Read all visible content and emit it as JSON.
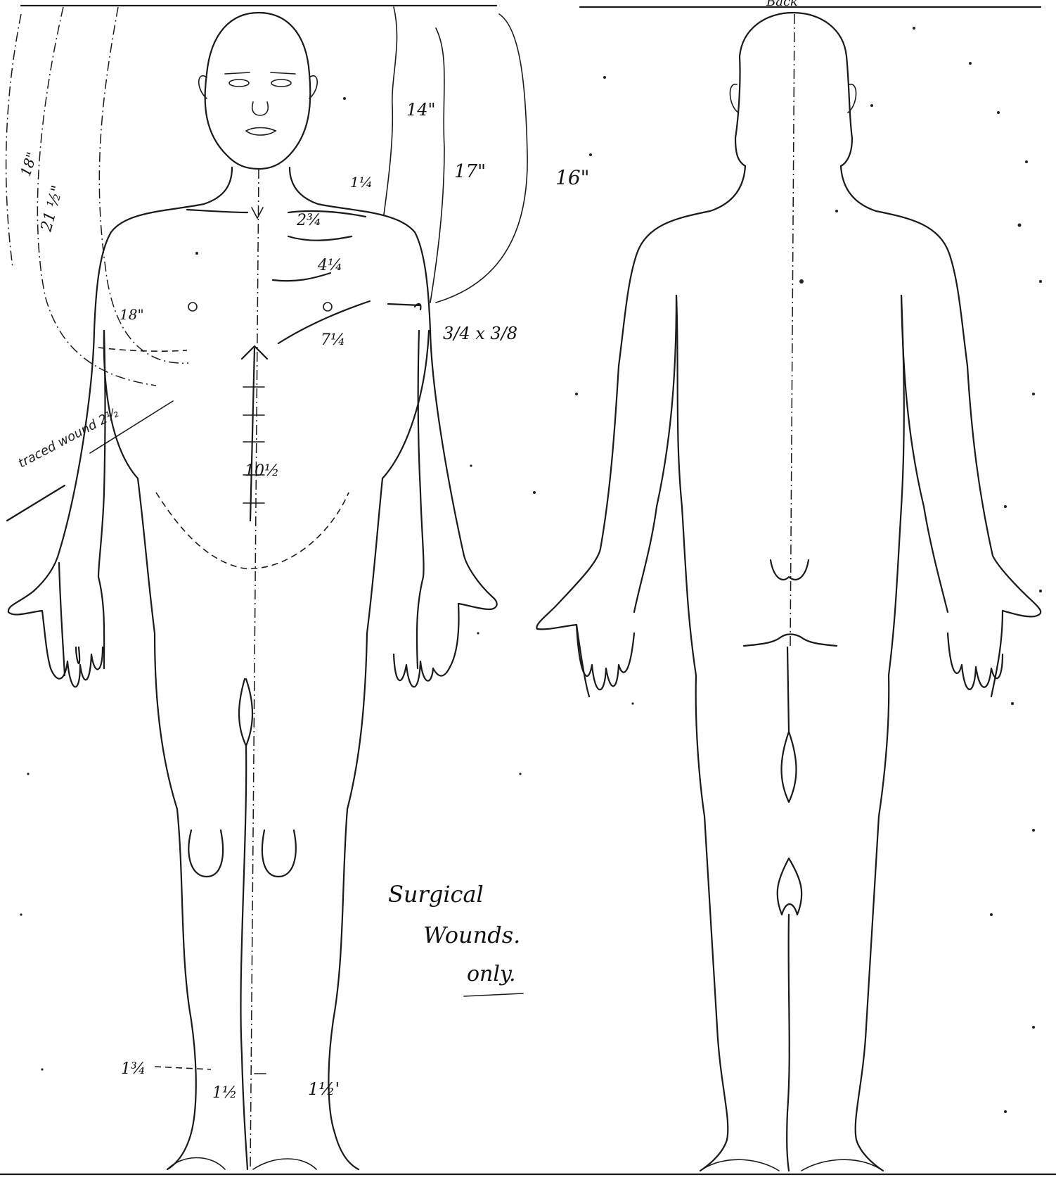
{
  "header": {
    "back_label": "Back"
  },
  "front_measurements": {
    "m_18": "18\"",
    "m_21_half": "21 ½\"",
    "m_14": "14\"",
    "m_17": "17\"",
    "m_16": "16\"",
    "m_1_quarter": "1¼",
    "m_2_three_quarter": "2¾",
    "m_4_quarter": "4¼",
    "m_18_left": "18\"",
    "m_wound_size": "3/4 x 3/8",
    "m_7_quarter": "7¼",
    "m_10_half": "10½",
    "m_traced": "traced wound 2½",
    "m_ankle_left": "1¾",
    "m_ankle_mid": "1½",
    "m_ankle_right": "1½'"
  },
  "note": {
    "line1": "Surgical",
    "line2": "Wounds.",
    "line3": "only."
  }
}
